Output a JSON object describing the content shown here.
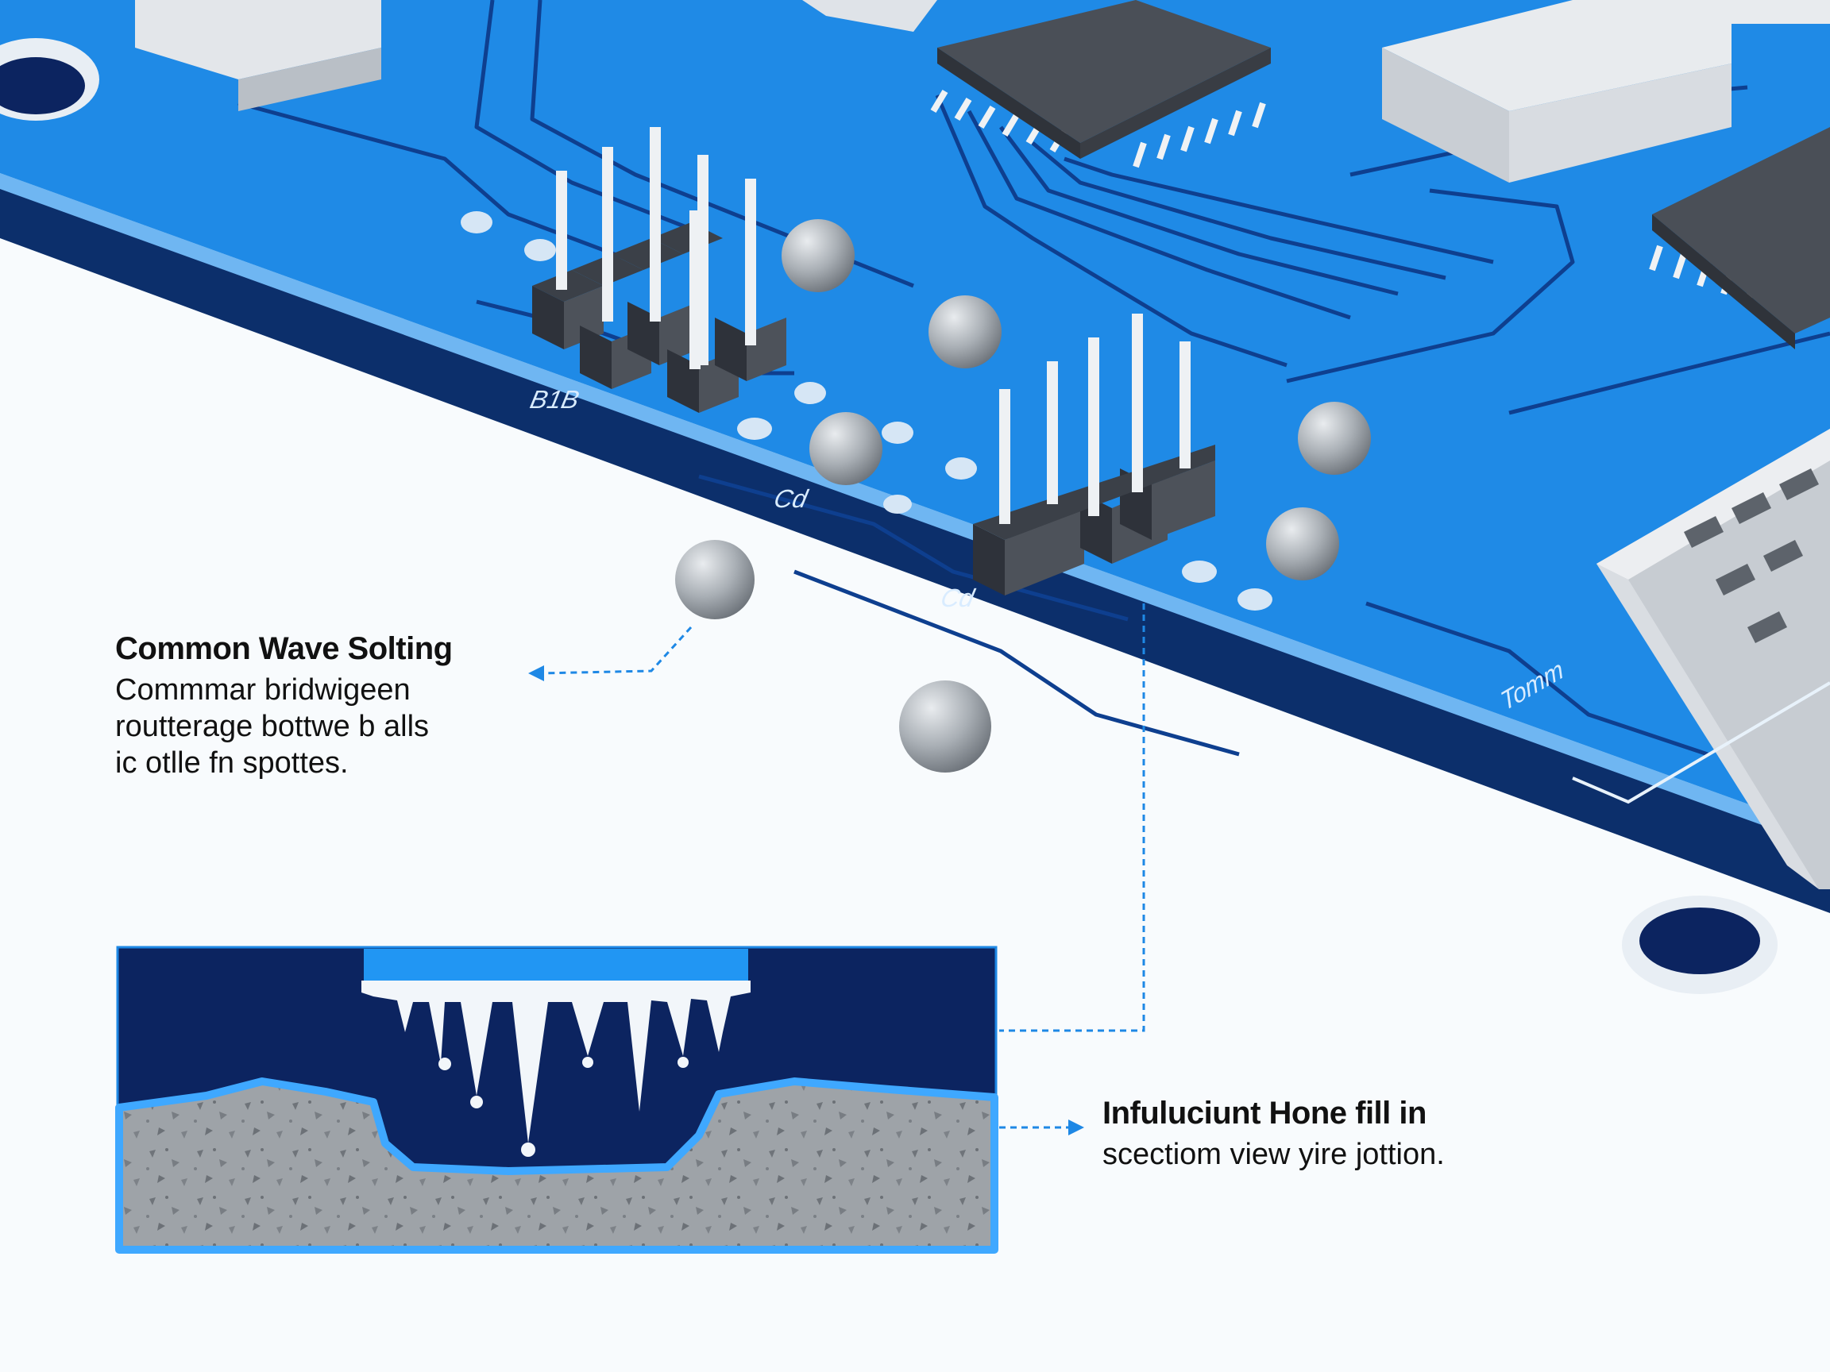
{
  "board_labels": {
    "connector_1": "B1B",
    "connector_2": "Cd",
    "chip": "Cd",
    "edge": "Tomm"
  },
  "callouts": {
    "wave": {
      "title": "Common Wave Solting",
      "lines": [
        "Commmar bridwigeen",
        "routterage bottwe b alls",
        "ic otlle fn spottes."
      ]
    },
    "hole": {
      "title": "Infuluciunt Hone fill in",
      "lines": [
        "scectiom view yire jottion."
      ]
    }
  },
  "colors": {
    "board": "#1f8ae6",
    "board_edge": "#0c2f6b",
    "trace": "#0e3f8f",
    "section_bg": "#0c2460",
    "substrate": "#9ea3a8",
    "leader": "#1e88e5"
  }
}
